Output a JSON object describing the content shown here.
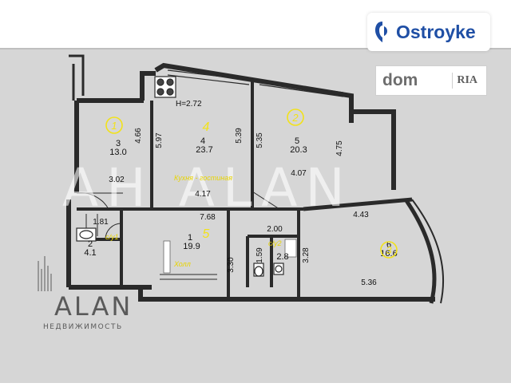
{
  "watermark": {
    "text": "AH ALAN"
  },
  "brand_badges": {
    "ostroyke": "Ostroyke",
    "dom": "dom",
    "ria": "RIA"
  },
  "agency_logo": {
    "name": "ALAN",
    "tagline": "НЕДВИЖИМОСТЬ"
  },
  "ceiling": "H=2.72",
  "rooms": [
    {
      "number": "3",
      "area": "13.0",
      "circle": "1"
    },
    {
      "number": "4",
      "area": "23.7",
      "circle": "4",
      "label": "Кухня - гостиная"
    },
    {
      "number": "5",
      "area": "20.3",
      "circle": "2"
    },
    {
      "number": "6",
      "area": "16.6",
      "circle": "3"
    },
    {
      "number": "1",
      "area": "19.9",
      "circle": "5",
      "label": "Холл"
    },
    {
      "number": "2",
      "area": "4.1",
      "label": "с/у1"
    },
    {
      "area": "2.8",
      "label": "с/у2"
    }
  ],
  "dimensions": [
    "4.66",
    "3.02",
    "5.97",
    "4.17",
    "5.39",
    "5.35",
    "4.07",
    "4.75",
    "7.68",
    "2.00",
    "4.43",
    "1.81",
    "1.59",
    "3.28",
    "3.30",
    "5.36"
  ],
  "colors": {
    "wall": "#2a2a2a",
    "accent_circle": "#f2e21a",
    "accent_label": "#e8d400",
    "background": "#d7d7d7"
  }
}
